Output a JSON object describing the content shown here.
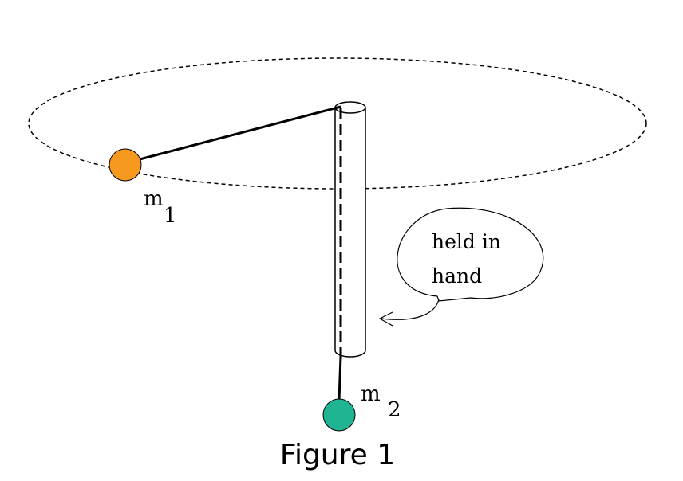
{
  "labels": {
    "mass1_letter": "m",
    "mass1_subscript": "1",
    "mass2_letter": "m",
    "mass2_subscript": "2",
    "bubble_line1": "held in",
    "bubble_line2": "hand",
    "caption": "Figure 1"
  },
  "colors": {
    "mass1": "#f7991f",
    "mass2": "#1fb592",
    "line": "#000000",
    "background": "#ffffff"
  }
}
